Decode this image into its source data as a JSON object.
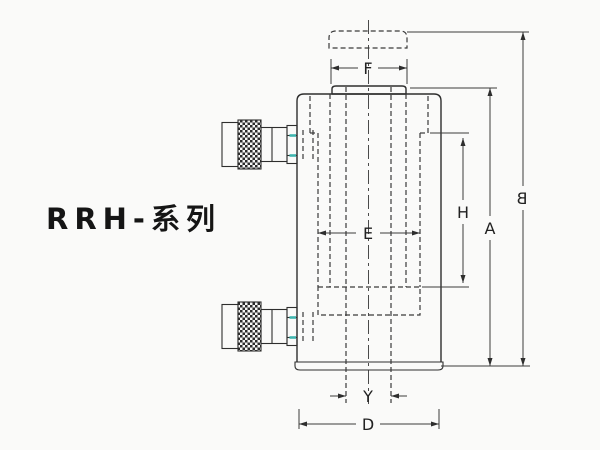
{
  "title": "RRH-系列",
  "drawing": {
    "subject": "hollow-plunger-hydraulic-cylinder-side-view",
    "dimension_labels": {
      "F": "F",
      "E": "E",
      "H": "H",
      "A": "A",
      "B": "B",
      "Y": "Y",
      "D": "D"
    }
  },
  "colors": {
    "background": "#fafaf9",
    "object_line": "#2e2e2e",
    "hidden_line": "#3a3a3a",
    "dimension_line": "#3c3c3c",
    "text": "#151515",
    "accent_teal": "#3fb5ae"
  }
}
